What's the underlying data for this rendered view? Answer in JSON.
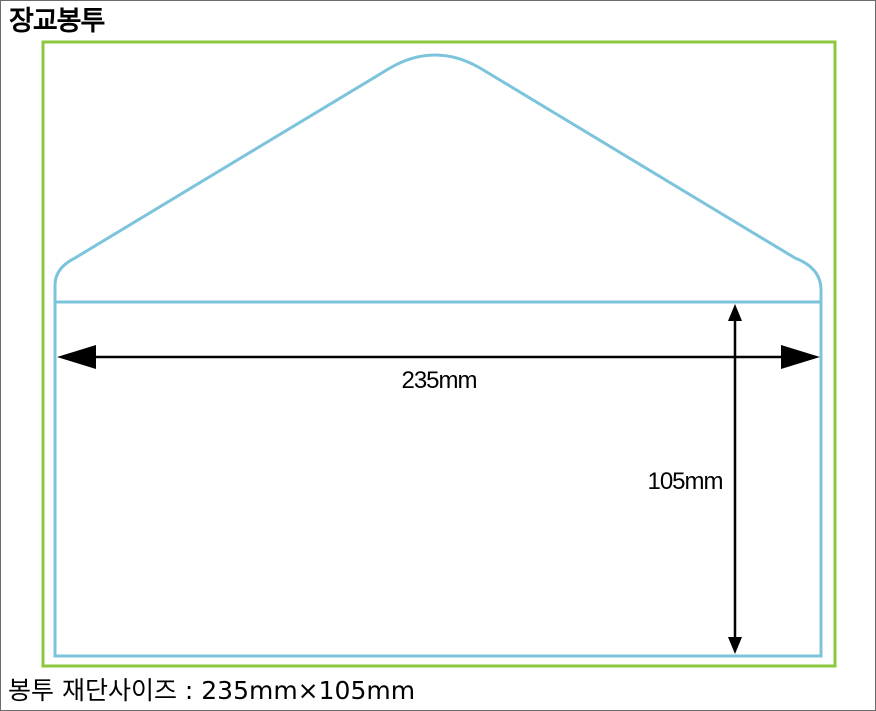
{
  "title": "장교봉투",
  "envelope": {
    "width_label": "235mm",
    "height_label": "105mm",
    "width_mm": 235,
    "height_mm": 105
  },
  "footer_label": "봉투 재단사이즈 : 235mm×105mm",
  "colors": {
    "trim_border": "#8dc63f",
    "envelope_line": "#7cc3dc",
    "arrow": "#000000",
    "frame": "#6b6b6b"
  }
}
